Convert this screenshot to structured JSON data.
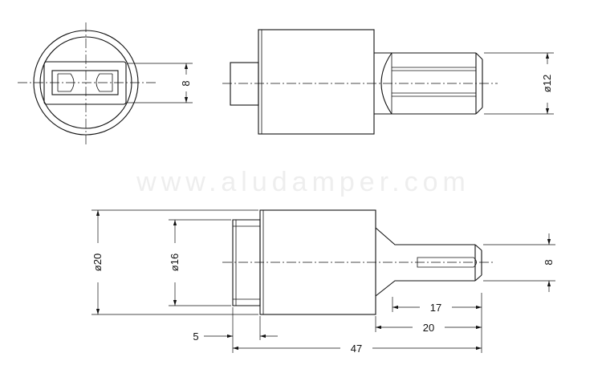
{
  "watermark": {
    "text": "www.aludamper.com"
  },
  "dimensions": {
    "front_width": "8",
    "side_diameter": "12",
    "outer_diameter": "20",
    "inner_diameter": "16",
    "right_width": "8",
    "gap_5": "5",
    "len_17": "17",
    "len_20": "20",
    "len_47": "47"
  },
  "colors": {
    "line": "#111111",
    "background": "#ffffff",
    "watermark": "#eeeeee"
  }
}
